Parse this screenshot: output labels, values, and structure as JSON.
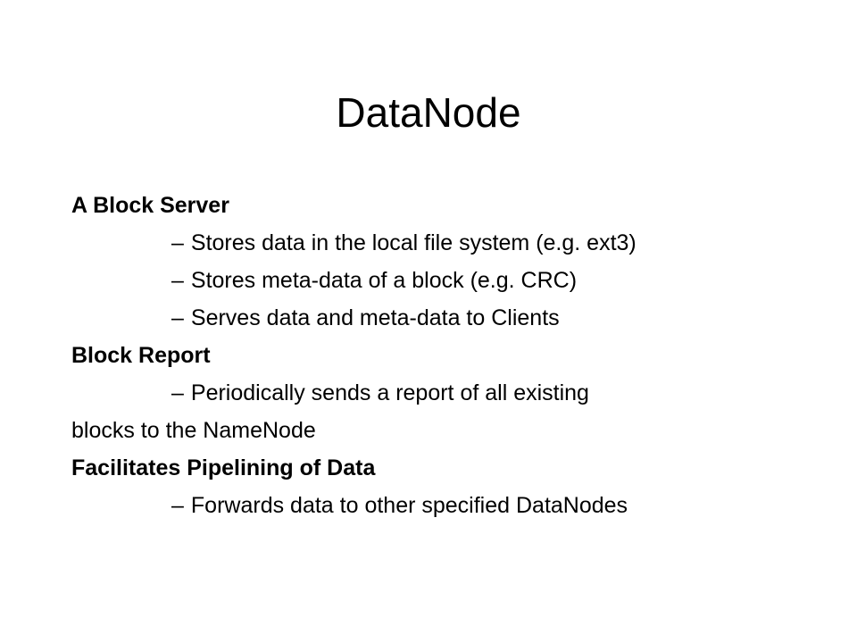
{
  "slide": {
    "title": "DataNode",
    "sections": [
      {
        "heading": "A Block Server",
        "bullets": [
          "Stores data in the local file system (e.g. ext3)",
          "Stores meta-data of a block (e.g. CRC)",
          "Serves data and meta-data to Clients"
        ]
      },
      {
        "heading": "Block Report",
        "bullets": [
          "Periodically sends a report of all existing"
        ],
        "continuation": "blocks to the NameNode"
      },
      {
        "heading": "Facilitates Pipelining of Data",
        "bullets": [
          "Forwards data to other specified DataNodes"
        ]
      }
    ],
    "dash": "–"
  }
}
